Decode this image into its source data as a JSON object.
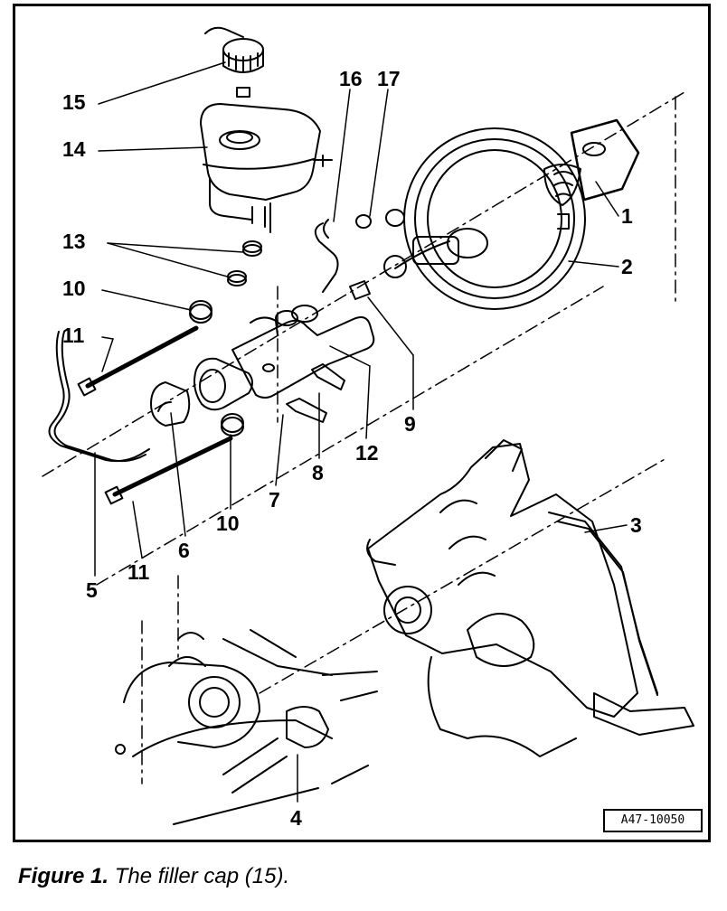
{
  "figure": {
    "reference_code": "A47-10050",
    "caption_label": "Figure 1.",
    "caption_text": " The filler cap (15).",
    "callouts": [
      "15",
      "14",
      "16",
      "17",
      "1",
      "2",
      "13",
      "10",
      "11",
      "9",
      "12",
      "8",
      "7",
      "10",
      "6",
      "11",
      "5",
      "3",
      "4"
    ]
  }
}
